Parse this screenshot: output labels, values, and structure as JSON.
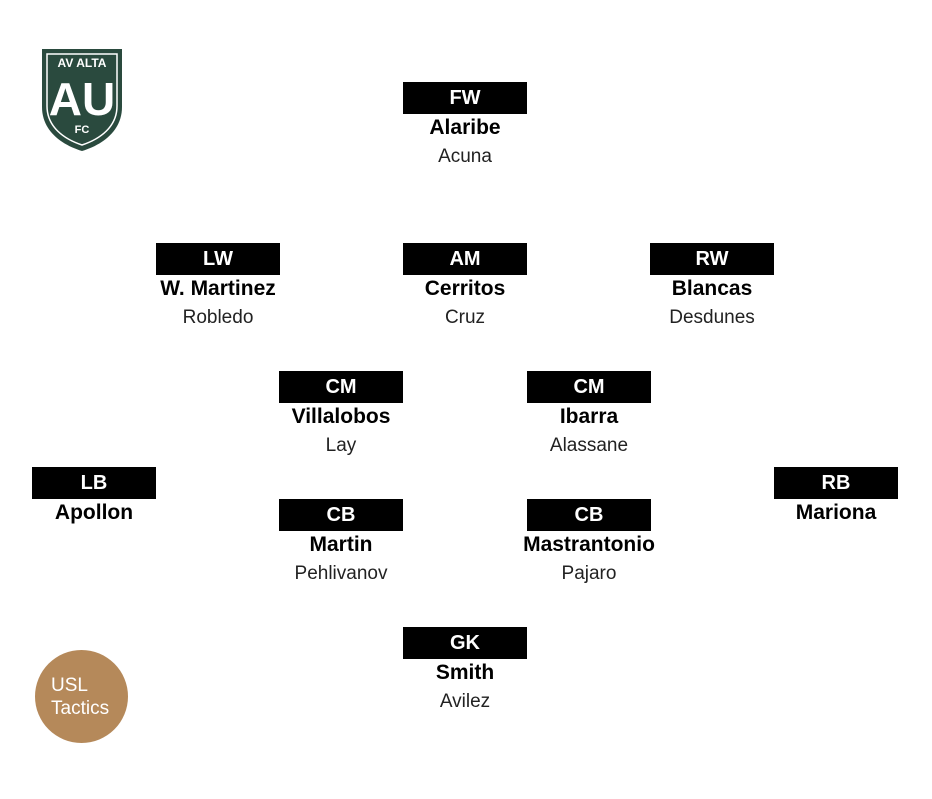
{
  "logo": {
    "top_text": "AV ALTA",
    "monogram": "AU",
    "bottom_text": "FC",
    "color": "#2a4a3e"
  },
  "badge": {
    "line1": "USL",
    "line2": "Tactics",
    "color": "#b5895a"
  },
  "positions": {
    "fw": {
      "label": "FW",
      "starter": "Alaribe",
      "sub": "Acuna"
    },
    "lw": {
      "label": "LW",
      "starter": "W. Martinez",
      "sub": "Robledo"
    },
    "am": {
      "label": "AM",
      "starter": "Cerritos",
      "sub": "Cruz"
    },
    "rw": {
      "label": "RW",
      "starter": "Blancas",
      "sub": "Desdunes"
    },
    "cm_left": {
      "label": "CM",
      "starter": "Villalobos",
      "sub": "Lay"
    },
    "cm_right": {
      "label": "CM",
      "starter": "Ibarra",
      "sub": "Alassane"
    },
    "lb": {
      "label": "LB",
      "starter": "Apollon"
    },
    "rb": {
      "label": "RB",
      "starter": "Mariona"
    },
    "cb_left": {
      "label": "CB",
      "starter": "Martin",
      "sub": "Pehlivanov"
    },
    "cb_right": {
      "label": "CB",
      "starter": "Mastrantonio",
      "sub": "Pajaro"
    },
    "gk": {
      "label": "GK",
      "starter": "Smith",
      "sub": "Avilez"
    }
  }
}
